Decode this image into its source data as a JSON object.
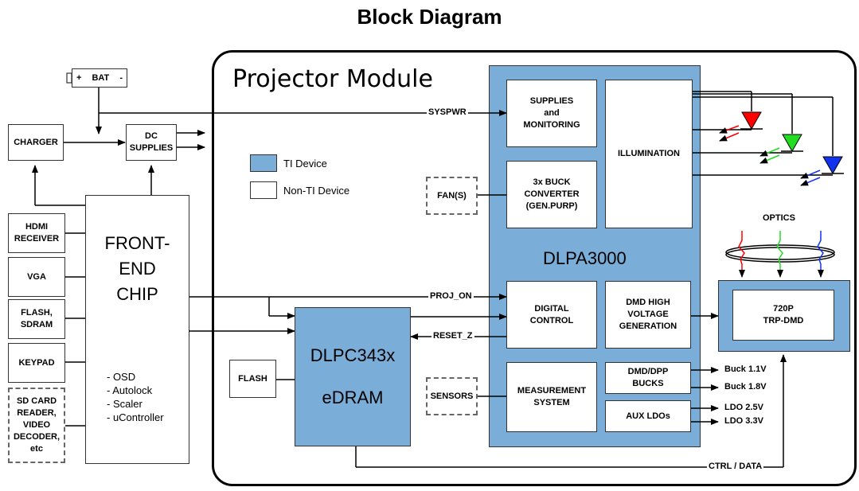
{
  "title": "Block Diagram",
  "module_title": "Projector Module",
  "colors": {
    "ti_device": "#7aaed8",
    "red_led": "#ff0000",
    "green_led": "#22dd22",
    "blue_led": "#1133ee"
  },
  "legend": {
    "ti": "TI Device",
    "non_ti": "Non-TI Device"
  },
  "blocks": {
    "bat": "BAT",
    "bat_plus": "+",
    "bat_minus": "-",
    "charger": "CHARGER",
    "dc_supplies": "DC\nSUPPLIES",
    "hdmi": "HDMI\nRECEIVER",
    "vga": "VGA",
    "flash_sdram": "FLASH,\nSDRAM",
    "keypad": "KEYPAD",
    "sd_card": "SD CARD\nREADER,\nVIDEO\nDECODER,\netc",
    "front_end": "FRONT-\nEND\nCHIP",
    "front_end_features": "- OSD\n- Autolock\n- Scaler\n- uController",
    "flash": "FLASH",
    "dlpc": "DLPC343x\n\neDRAM",
    "fans": "FAN(S)",
    "sensors": "SENSORS",
    "dlpa": "DLPA3000",
    "supplies_monitoring": "SUPPLIES\nand\nMONITORING",
    "buck_converter": "3x BUCK\nCONVERTER\n(GEN.PURP)",
    "illumination": "ILLUMINATION",
    "digital_control": "DIGITAL\nCONTROL",
    "dmd_hv": "DMD HIGH\nVOLTAGE\nGENERATION",
    "measurement": "MEASUREMENT\nSYSTEM",
    "dmd_dpp_bucks": "DMD/DPP\nBUCKS",
    "aux_ldos": "AUX LDOs",
    "dmd": "720P\nTRP-DMD",
    "optics": "OPTICS"
  },
  "signals": {
    "syspwr": "SYSPWR",
    "proj_on": "PROJ_ON",
    "reset_z": "RESET_Z",
    "ctrl_data": "CTRL / DATA",
    "buck_1v1": "Buck 1.1V",
    "buck_1v8": "Buck 1.8V",
    "ldo_2v5": "LDO 2.5V",
    "ldo_3v3": "LDO 3.3V"
  }
}
